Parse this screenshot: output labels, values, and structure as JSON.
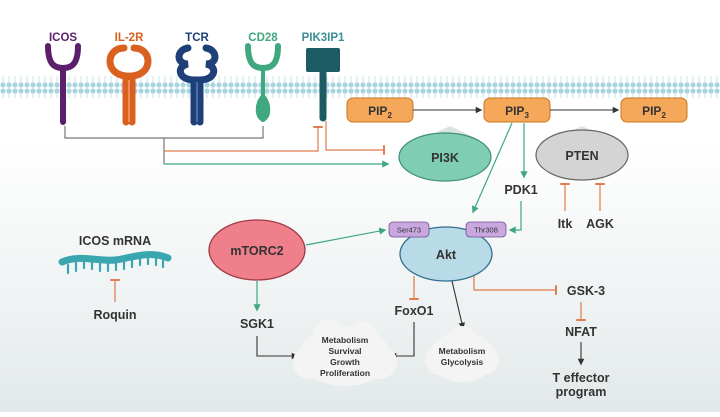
{
  "receptors": {
    "icos": "ICOS",
    "il2r": "IL-2R",
    "tcr": "TCR",
    "cd28": "CD28",
    "pik3ip1": "PIK3IP1"
  },
  "lipids": {
    "pip2_left": {
      "base": "PIP",
      "sub": "2"
    },
    "pip3": {
      "base": "PIP",
      "sub": "3"
    },
    "pip2_right": {
      "base": "PIP",
      "sub": "2"
    }
  },
  "nodes": {
    "pi3k": "PI3K",
    "pten": "PTEN",
    "pdk1": "PDK1",
    "itk": "Itk",
    "agk": "AGK",
    "akt": "Akt",
    "ser473": "Ser473",
    "thr308": "Thr308",
    "mtorc2": "mTORC2",
    "sgk1": "SGK1",
    "foxo1": "FoxO1",
    "gsk3": "GSK-3",
    "nfat": "NFAT",
    "icos_mrna": "ICOS mRNA",
    "roquin": "Roquin"
  },
  "outcomes": {
    "cloud1": [
      "Metabolism",
      "Survival",
      "Growth",
      "Proliferation"
    ],
    "cloud2": [
      "Metabolism",
      "Glycolysis"
    ],
    "t_effector": [
      "T effector",
      "program"
    ]
  },
  "colors": {
    "icos": "#5b1f6b",
    "il2r": "#d9601f",
    "tcr": "#1f3f78",
    "cd28": "#3fa87f",
    "pik3ip1": "#1d5b64",
    "activation_arrow": "#3fa87f",
    "inhibition": "#e07a4a",
    "membrane": "#a9d6de",
    "pip_fill": "#f5a85a",
    "pi3k_fill": "#7fcdb3",
    "pten_fill": "#d4d4d4",
    "akt_fill": "#b9dbe8",
    "mtorc2_fill": "#ef7f8a",
    "site_fill": "#c9a8e0",
    "mrna": "#3aa7b0"
  }
}
